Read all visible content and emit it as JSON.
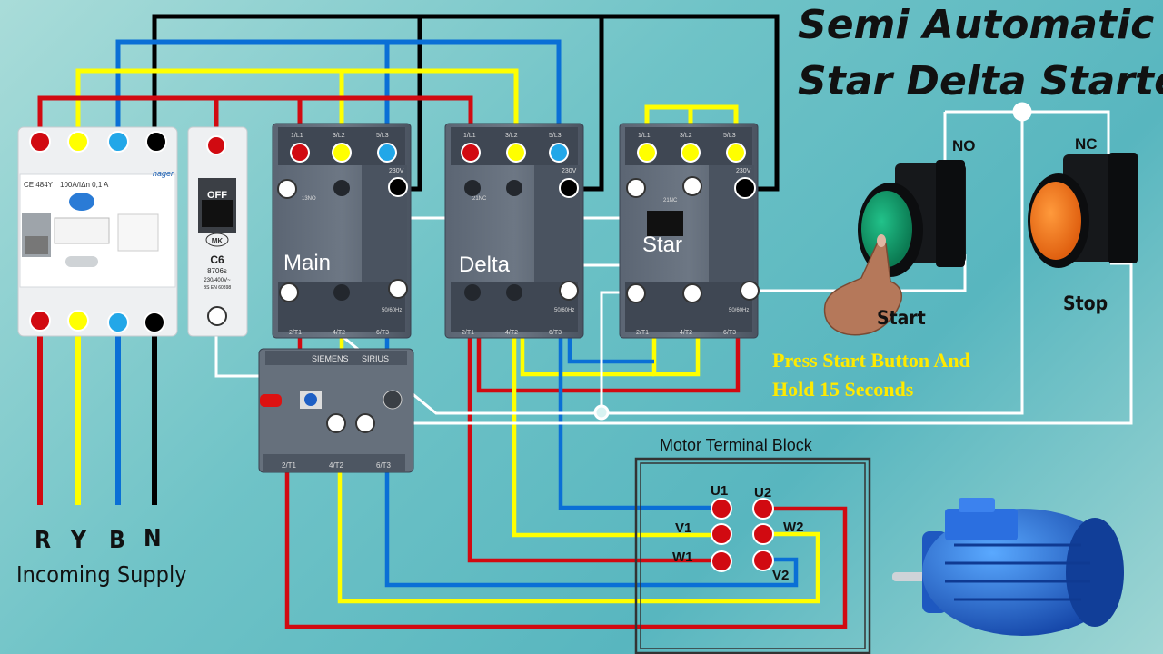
{
  "title": {
    "line1": "Semi Automatic",
    "line2": "Star Delta Starter"
  },
  "instruction": {
    "line1": "Press Start Button And",
    "line2": "Hold 15 Seconds"
  },
  "contactors": {
    "main": "Main",
    "delta": "Delta",
    "star": "Star"
  },
  "contactor_terminals": {
    "l1": "1/L1",
    "l2": "3/L2",
    "l3": "5/L3",
    "t1": "2/T1",
    "t2": "4/T2",
    "t3": "6/T3",
    "no": "13NO",
    "nc": "21NC",
    "coil": "230V",
    "freq": "50/60Hz"
  },
  "rccb": {
    "model": "CE 484Y",
    "rating": "100A/IΔn 0,1 A",
    "brand": "hager"
  },
  "mcb": {
    "state": "OFF",
    "brand": "MK",
    "rating": "C6",
    "model": "8706s",
    "voltage": "230/400V~",
    "standard": "BS EN 60898"
  },
  "overload_relay": {
    "brand": "SIEMENS",
    "series": "SIRIUS",
    "t1": "2/T1",
    "t2": "4/T2",
    "t3": "6/T3"
  },
  "supply": {
    "phases": [
      "R",
      "Y",
      "B",
      "N"
    ],
    "caption": "Incoming Supply"
  },
  "buttons": {
    "no_label": "NO",
    "nc_label": "NC",
    "start_label": "Start",
    "stop_label": "Stop"
  },
  "terminal_block": {
    "title": "Motor Terminal Block",
    "terminals": [
      "U1",
      "V1",
      "W1",
      "U2",
      "W2",
      "V2"
    ]
  },
  "colors": {
    "red": "#d10a11",
    "yellow": "#ffff00",
    "blue": "#0a6fd6",
    "black": "#000000",
    "white": "#ffffff",
    "background": "#6fc3c7"
  }
}
